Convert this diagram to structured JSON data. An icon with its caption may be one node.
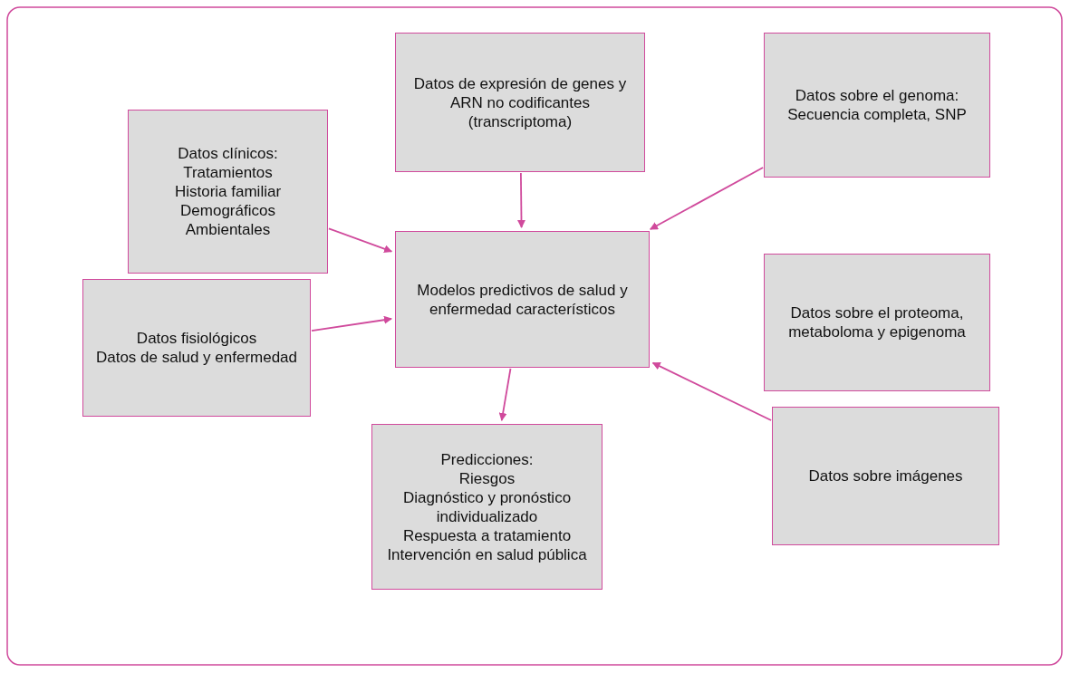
{
  "diagram": {
    "nodes": [
      {
        "text": [
          "Datos de expresión de genes y ARN no codificantes (transcriptoma)"
        ]
      },
      {
        "text": [
          "Datos sobre el genoma:",
          "Secuencia completa, SNP"
        ]
      },
      {
        "text": [
          "Datos clínicos:",
          "Tratamientos",
          "Historia familiar",
          "Demográficos",
          "Ambientales"
        ]
      },
      {
        "text": [
          "Modelos predictivos de salud y enfermedad característicos"
        ]
      },
      {
        "text": [
          "Datos sobre el proteoma, metaboloma y epigenoma"
        ]
      },
      {
        "text": [
          "Datos fisiológicos",
          "Datos de salud y enfermedad"
        ]
      },
      {
        "text": [
          "Datos sobre imágenes"
        ]
      },
      {
        "text": [
          "Predicciones:",
          "Riesgos",
          "Diagnóstico y pronóstico individualizado",
          "Respuesta a tratamiento",
          "Intervención en salud pública"
        ]
      }
    ],
    "edges": [
      {
        "from": 0,
        "to": 3,
        "arrow": "to"
      },
      {
        "from": 1,
        "to": 3,
        "arrow": "to"
      },
      {
        "from": 2,
        "to": 3,
        "arrow": "to"
      },
      {
        "from": 5,
        "to": 3,
        "arrow": "to"
      },
      {
        "from": 6,
        "to": 3,
        "arrow": "to"
      },
      {
        "from": 3,
        "to": 7,
        "arrow": "to"
      }
    ]
  }
}
